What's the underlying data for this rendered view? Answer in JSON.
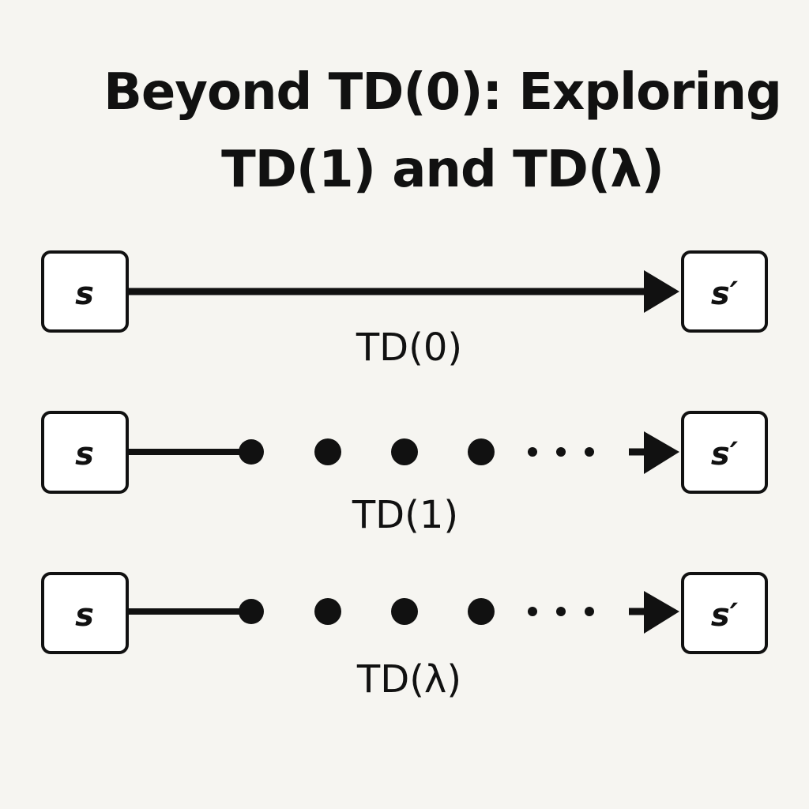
{
  "title": {
    "line1": "Beyond TD(0): Exploring",
    "line2": "TD(1) and TD(λ)"
  },
  "rows": [
    {
      "id": "td0",
      "label": "TD(0)",
      "source": "s",
      "target": "s′",
      "style": "direct"
    },
    {
      "id": "td1",
      "label": "TD(1)",
      "source": "s",
      "target": "s′",
      "style": "chain",
      "ellipsis": "· · ·"
    },
    {
      "id": "tdlambda",
      "label": "TD(λ)",
      "source": "s",
      "target": "s′",
      "style": "chain",
      "ellipsis": "· · ·"
    }
  ],
  "colors": {
    "background": "#f6f5f1",
    "ink": "#111111",
    "box_fill": "#ffffff"
  }
}
